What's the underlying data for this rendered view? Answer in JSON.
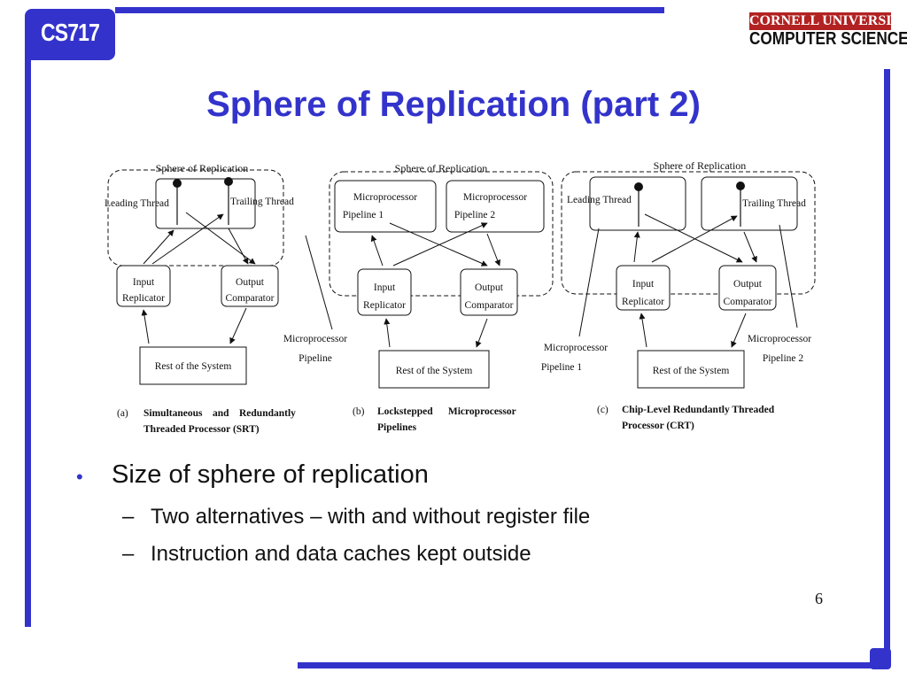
{
  "header": {
    "course_label": "CS717",
    "logo_line1": "CORNELL UNIVERSITY",
    "logo_line2": "COMPUTER SCIENCE"
  },
  "slide": {
    "title": "Sphere of Replication (part 2)",
    "page_number": "6"
  },
  "figure": {
    "panel_a": {
      "sphere_label": "Sphere of Replication",
      "leading_thread": "Leading Thread",
      "trailing_thread": "Trailing Thread",
      "input_line1": "Input",
      "input_line2": "Replicator",
      "output_line1": "Output",
      "output_line2": "Comparator",
      "pipeline_line1": "Microprocessor",
      "pipeline_line2": "Pipeline",
      "rest": "Rest of the System",
      "caption_letter": "(a)",
      "caption_line1": "Simultaneous    and    Redundantly",
      "caption_line2": "Threaded Processor (SRT)"
    },
    "panel_b": {
      "sphere_label": "Sphere of Replication",
      "pipe1_line1": "Microprocessor",
      "pipe1_line2": "Pipeline 1",
      "pipe2_line1": "Microprocessor",
      "pipe2_line2": "Pipeline 2",
      "input_line1": "Input",
      "input_line2": "Replicator",
      "output_line1": "Output",
      "output_line2": "Comparator",
      "rest": "Rest of the System",
      "caption_letter": "(b)",
      "caption_line1": "Lockstepped      Microprocessor",
      "caption_line2": "Pipelines"
    },
    "panel_c": {
      "sphere_label": "Sphere of Replication",
      "leading_thread": "Leading Thread",
      "trailing_thread": "Trailing Thread",
      "input_line1": "Input",
      "input_line2": "Replicator",
      "output_line1": "Output",
      "output_line2": "Comparator",
      "pipe1_line1": "Microprocessor",
      "pipe1_line2": "Pipeline 1",
      "pipe2_line1": "Microprocessor",
      "pipe2_line2": "Pipeline 2",
      "rest": "Rest of the System",
      "caption_letter": "(c)",
      "caption_line1": "Chip-Level Redundantly Threaded",
      "caption_line2": "Processor (CRT)"
    }
  },
  "bullets": {
    "main": "Size of sphere of replication",
    "sub1": "Two alternatives – with and without register file",
    "sub2": "Instruction and data caches kept outside"
  },
  "colors": {
    "accent": "#3333cc",
    "logo_red": "#b22222"
  }
}
